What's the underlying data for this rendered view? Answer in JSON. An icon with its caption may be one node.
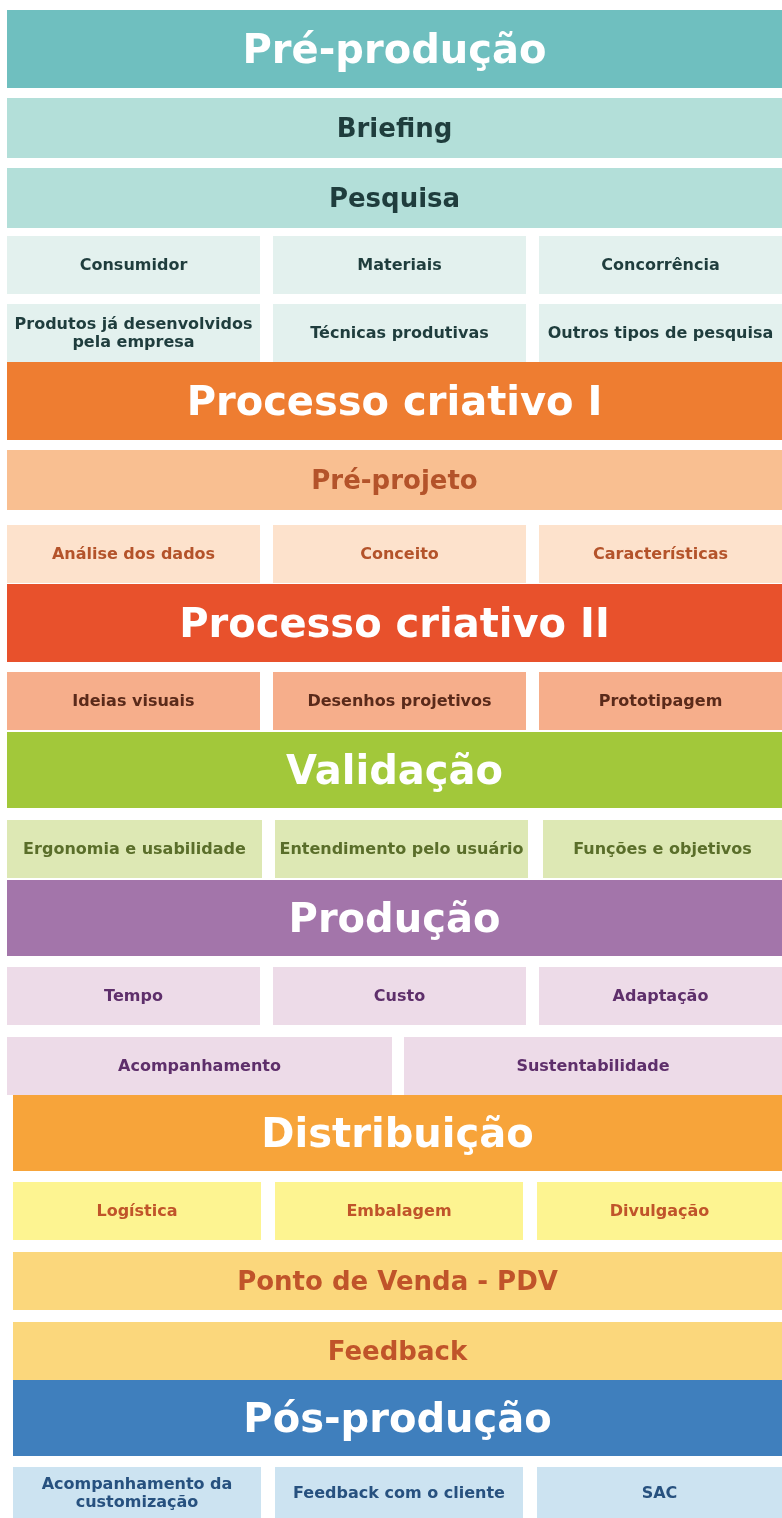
{
  "diagram": {
    "nodes": [
      {
        "text": [
          "Pré-produção"
        ]
      },
      {
        "text": [
          "Briefing"
        ]
      },
      {
        "text": [
          "Pesquisa"
        ]
      },
      {
        "text": [
          "Consumidor"
        ]
      },
      {
        "text": [
          "Materiais"
        ]
      },
      {
        "text": [
          "Concorrência"
        ]
      },
      {
        "text": [
          "Produtos já desenvolvidos pela empresa"
        ]
      },
      {
        "text": [
          "Técnicas produtivas"
        ]
      },
      {
        "text": [
          "Outros tipos de pesquisa"
        ]
      },
      {
        "text": [
          "Processo criativo I"
        ]
      },
      {
        "text": [
          "Pré-projeto"
        ]
      },
      {
        "text": [
          "Análise dos dados"
        ]
      },
      {
        "text": [
          "Conceito"
        ]
      },
      {
        "text": [
          "Características"
        ]
      },
      {
        "text": [
          "Processo criativo II"
        ]
      },
      {
        "text": [
          "Ideias visuais"
        ]
      },
      {
        "text": [
          "Desenhos projetivos"
        ]
      },
      {
        "text": [
          "Prototipagem"
        ]
      },
      {
        "text": [
          "Validação"
        ]
      },
      {
        "text": [
          "Ergonomia e usabilidade"
        ]
      },
      {
        "text": [
          "Entendimento pelo usuário"
        ]
      },
      {
        "text": [
          "Funções e objetivos"
        ]
      },
      {
        "text": [
          "Produção"
        ]
      },
      {
        "text": [
          "Tempo"
        ]
      },
      {
        "text": [
          "Custo"
        ]
      },
      {
        "text": [
          "Adaptação"
        ]
      },
      {
        "text": [
          "Acompanhamento"
        ]
      },
      {
        "text": [
          "Sustentabilidade"
        ]
      },
      {
        "text": [
          "Distribuição"
        ]
      },
      {
        "text": [
          "Logística"
        ]
      },
      {
        "text": [
          "Embalagem"
        ]
      },
      {
        "text": [
          "Divulgação"
        ]
      },
      {
        "text": [
          "Ponto de Venda - PDV"
        ]
      },
      {
        "text": [
          "Feedback"
        ]
      },
      {
        "text": [
          "Pós-produção"
        ]
      },
      {
        "text": [
          "Acompanhamento da customização"
        ]
      },
      {
        "text": [
          "Feedback com o cliente"
        ]
      },
      {
        "text": [
          "SAC"
        ]
      }
    ]
  }
}
